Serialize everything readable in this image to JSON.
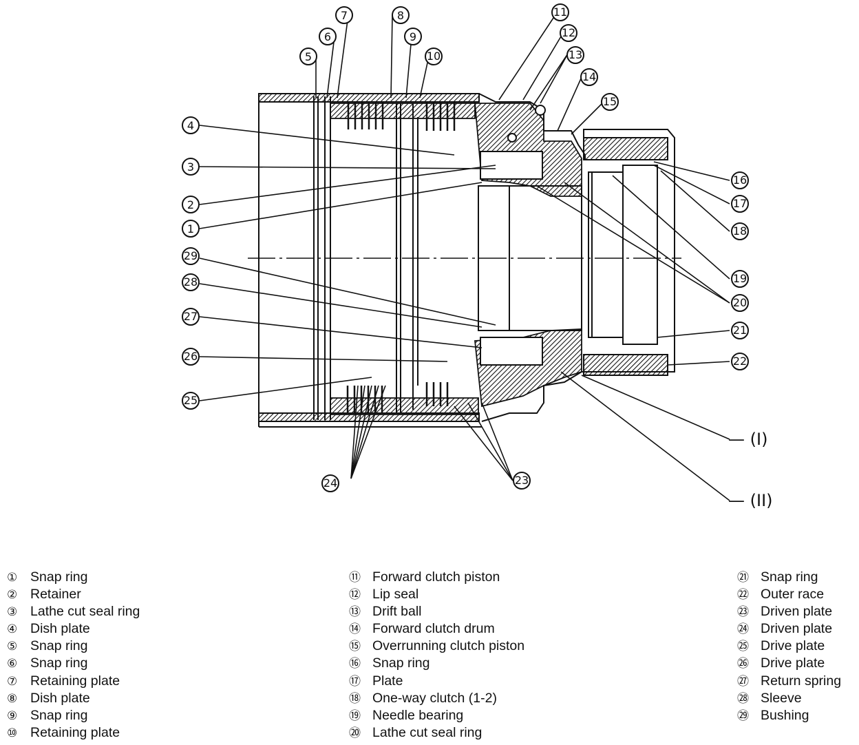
{
  "callouts": [
    {
      "n": "1",
      "label": "①"
    },
    {
      "n": "2",
      "label": "②"
    },
    {
      "n": "3",
      "label": "③"
    },
    {
      "n": "4",
      "label": "④"
    },
    {
      "n": "5",
      "label": "⑤"
    },
    {
      "n": "6",
      "label": "⑥"
    },
    {
      "n": "7",
      "label": "⑦"
    },
    {
      "n": "8",
      "label": "⑧"
    },
    {
      "n": "9",
      "label": "⑨"
    },
    {
      "n": "10",
      "label": "⑩"
    },
    {
      "n": "11",
      "label": "⑪"
    },
    {
      "n": "12",
      "label": "⑫"
    },
    {
      "n": "13",
      "label": "⑬"
    },
    {
      "n": "14",
      "label": "⑭"
    },
    {
      "n": "15",
      "label": "⑮"
    },
    {
      "n": "16",
      "label": "⑯"
    },
    {
      "n": "17",
      "label": "⑰"
    },
    {
      "n": "18",
      "label": "⑱"
    },
    {
      "n": "19",
      "label": "⑲"
    },
    {
      "n": "20",
      "label": "⑳"
    },
    {
      "n": "21",
      "label": "㉑"
    },
    {
      "n": "22",
      "label": "㉒"
    },
    {
      "n": "23",
      "label": "㉓"
    },
    {
      "n": "24",
      "label": "㉔"
    },
    {
      "n": "25",
      "label": "㉕"
    },
    {
      "n": "26",
      "label": "㉖"
    },
    {
      "n": "27",
      "label": "㉗"
    },
    {
      "n": "28",
      "label": "㉘"
    },
    {
      "n": "29",
      "label": "㉙"
    }
  ],
  "external_labels": {
    "one": "— (I)",
    "two": "— (II)"
  },
  "legend": {
    "col1": [
      {
        "num": "①",
        "text": "Snap ring"
      },
      {
        "num": "②",
        "text": "Retainer"
      },
      {
        "num": "③",
        "text": "Lathe cut seal ring"
      },
      {
        "num": "④",
        "text": "Dish plate"
      },
      {
        "num": "⑤",
        "text": "Snap ring"
      },
      {
        "num": "⑥",
        "text": "Snap ring"
      },
      {
        "num": "⑦",
        "text": "Retaining plate"
      },
      {
        "num": "⑧",
        "text": "Dish plate"
      },
      {
        "num": "⑨",
        "text": "Snap ring"
      },
      {
        "num": "⑩",
        "text": "Retaining plate"
      }
    ],
    "col2": [
      {
        "num": "⑪",
        "text": "Forward clutch piston"
      },
      {
        "num": "⑫",
        "text": "Lip seal"
      },
      {
        "num": "⑬",
        "text": "Drift ball"
      },
      {
        "num": "⑭",
        "text": "Forward clutch drum"
      },
      {
        "num": "⑮",
        "text": "Overrunning clutch piston"
      },
      {
        "num": "⑯",
        "text": "Snap ring"
      },
      {
        "num": "⑰",
        "text": "Plate"
      },
      {
        "num": "⑱",
        "text": "One-way clutch (1-2)"
      },
      {
        "num": "⑲",
        "text": "Needle bearing"
      },
      {
        "num": "⑳",
        "text": "Lathe cut seal ring"
      }
    ],
    "col3": [
      {
        "num": "㉑",
        "text": "Snap ring"
      },
      {
        "num": "㉒",
        "text": "Outer race"
      },
      {
        "num": "㉓",
        "text": "Driven plate"
      },
      {
        "num": "㉔",
        "text": "Driven plate"
      },
      {
        "num": "㉕",
        "text": "Drive plate"
      },
      {
        "num": "㉖",
        "text": "Drive plate"
      },
      {
        "num": "㉗",
        "text": "Return spring"
      },
      {
        "num": "㉘",
        "text": "Sleeve"
      },
      {
        "num": "㉙",
        "text": "Bushing"
      }
    ]
  }
}
